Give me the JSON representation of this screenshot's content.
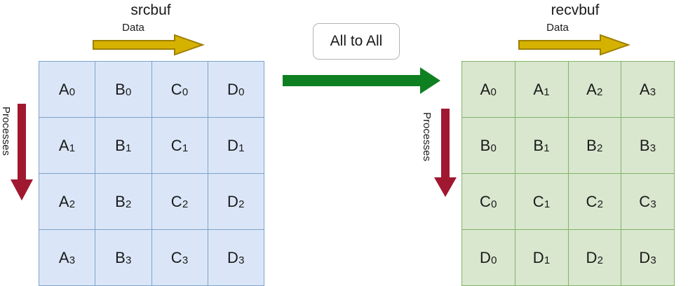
{
  "diagram": {
    "title_src": "srcbuf",
    "title_recv": "recvbuf",
    "data_label_left": "Data",
    "data_label_right": "Data",
    "processes_label_left": "Processes",
    "processes_label_right": "Processes",
    "operation_label": "All to All"
  },
  "colors": {
    "src_fill": "#dae6f7",
    "src_border": "#7da2cc",
    "recv_fill": "#d8e7ce",
    "recv_border": "#85b367",
    "data_arrow": "#d6b200",
    "data_arrow_stroke": "#9e8000",
    "processes_arrow": "#a01830",
    "operation_arrow": "#0f8021",
    "op_box_border": "#b3b3b3",
    "text": "#1a1a1a"
  },
  "srcbuf": {
    "columns": [
      "A",
      "B",
      "C",
      "D"
    ],
    "rows": [
      "0",
      "1",
      "2",
      "3"
    ],
    "cells": [
      [
        {
          "letter": "A",
          "index": "0"
        },
        {
          "letter": "B",
          "index": "0"
        },
        {
          "letter": "C",
          "index": "0"
        },
        {
          "letter": "D",
          "index": "0"
        }
      ],
      [
        {
          "letter": "A",
          "index": "1"
        },
        {
          "letter": "B",
          "index": "1"
        },
        {
          "letter": "C",
          "index": "1"
        },
        {
          "letter": "D",
          "index": "1"
        }
      ],
      [
        {
          "letter": "A",
          "index": "2"
        },
        {
          "letter": "B",
          "index": "2"
        },
        {
          "letter": "C",
          "index": "2"
        },
        {
          "letter": "D",
          "index": "2"
        }
      ],
      [
        {
          "letter": "A",
          "index": "3"
        },
        {
          "letter": "B",
          "index": "3"
        },
        {
          "letter": "C",
          "index": "3"
        },
        {
          "letter": "D",
          "index": "3"
        }
      ]
    ]
  },
  "recvbuf": {
    "columns": [
      "0",
      "1",
      "2",
      "3"
    ],
    "rows": [
      "A",
      "B",
      "C",
      "D"
    ],
    "cells": [
      [
        {
          "letter": "A",
          "index": "0"
        },
        {
          "letter": "A",
          "index": "1"
        },
        {
          "letter": "A",
          "index": "2"
        },
        {
          "letter": "A",
          "index": "3"
        }
      ],
      [
        {
          "letter": "B",
          "index": "0"
        },
        {
          "letter": "B",
          "index": "1"
        },
        {
          "letter": "B",
          "index": "2"
        },
        {
          "letter": "B",
          "index": "3"
        }
      ],
      [
        {
          "letter": "C",
          "index": "0"
        },
        {
          "letter": "C",
          "index": "1"
        },
        {
          "letter": "C",
          "index": "2"
        },
        {
          "letter": "C",
          "index": "3"
        }
      ],
      [
        {
          "letter": "D",
          "index": "0"
        },
        {
          "letter": "D",
          "index": "1"
        },
        {
          "letter": "D",
          "index": "2"
        },
        {
          "letter": "D",
          "index": "3"
        }
      ]
    ]
  }
}
